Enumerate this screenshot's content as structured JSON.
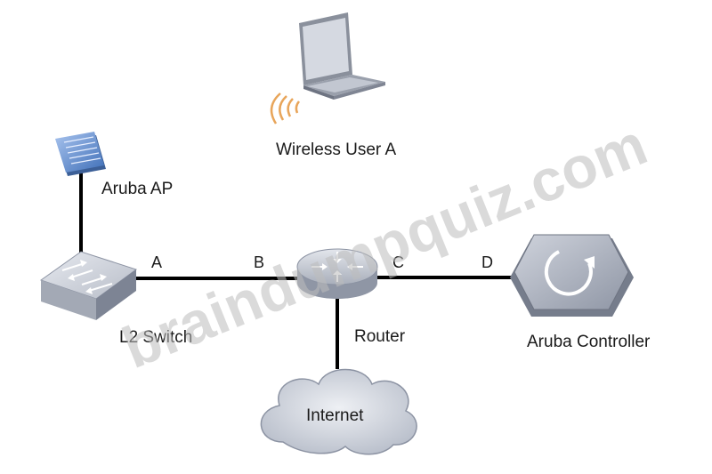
{
  "nodes": {
    "laptop": {
      "label": "Wireless User A",
      "icon": "laptop-icon"
    },
    "ap": {
      "label": "Aruba AP",
      "icon": "access-point-icon"
    },
    "switch": {
      "label": "L2 Switch",
      "icon": "switch-icon"
    },
    "router": {
      "label": "Router",
      "icon": "router-icon"
    },
    "controller": {
      "label": "Aruba Controller",
      "icon": "controller-icon"
    },
    "internet": {
      "label": "Internet",
      "icon": "cloud-icon"
    }
  },
  "links": {
    "a": "A",
    "b": "B",
    "c": "C",
    "d": "D"
  },
  "watermark": "braindumpquiz.com",
  "colors": {
    "line": "#000000",
    "device_light": "#d3d7e0",
    "device_dark": "#8c93a3",
    "ap_blue": "#5f8fd6",
    "wifi": "#e8a55a"
  }
}
